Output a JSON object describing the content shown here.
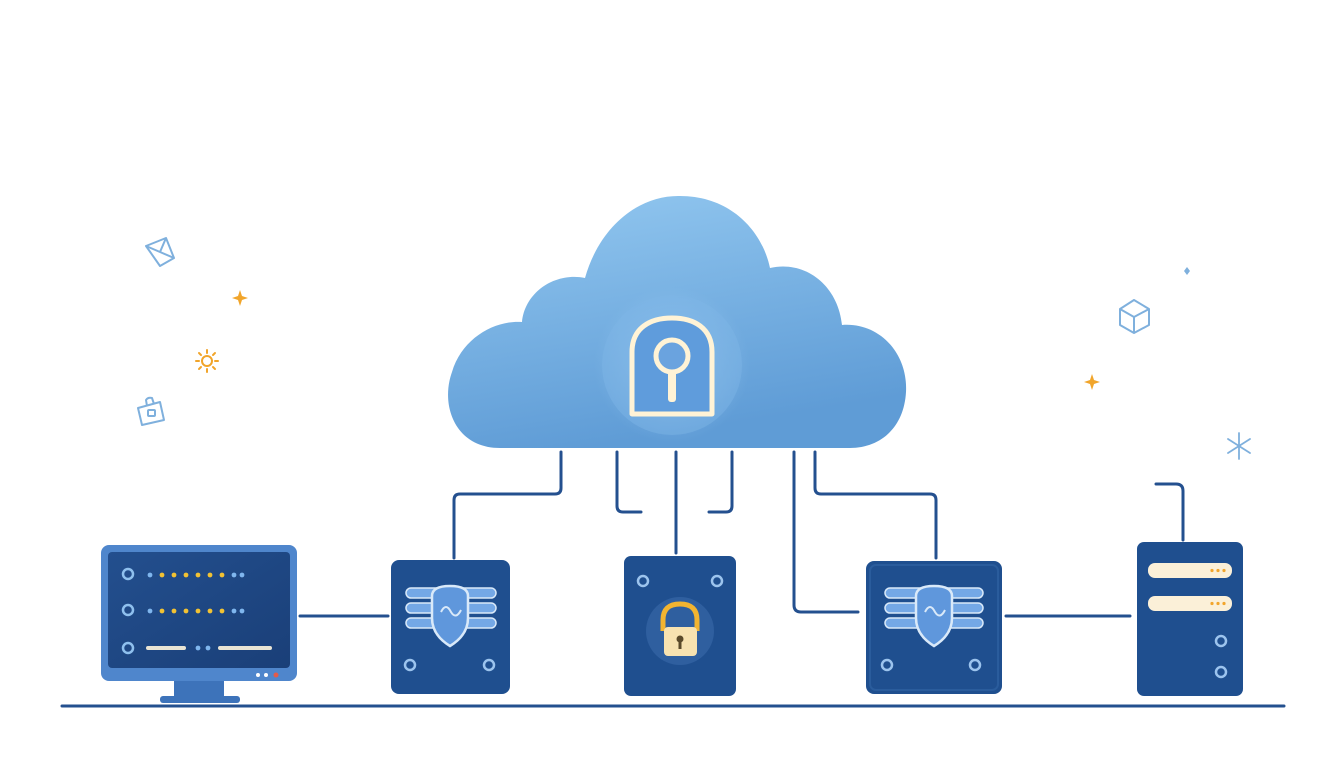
{
  "diagram": {
    "cloud": {
      "icon": "keyhole-lock-icon",
      "fill_light": "#8cc4ee",
      "fill_dark": "#5d9bd8",
      "icon_stroke": "#fff3d6"
    },
    "nodes": [
      {
        "id": "monitor",
        "icon": "monitor-icon"
      },
      {
        "id": "firewall-left",
        "icon": "shield-firewall-icon"
      },
      {
        "id": "vault",
        "icon": "padlock-icon"
      },
      {
        "id": "firewall-right",
        "icon": "shield-firewall-icon"
      },
      {
        "id": "server",
        "icon": "server-tower-icon"
      }
    ],
    "decorations": [
      "cube-outline-icon",
      "sparkle-icon",
      "sun-icon",
      "bag-lock-icon",
      "small-diamond-icon",
      "hexagon-cube-icon",
      "sparkle-icon",
      "asterisk-icon"
    ]
  },
  "colors": {
    "navy": "#1f4f8f",
    "navy_dark": "#173f78",
    "line": "#24508f",
    "panel_blue": "#6fa6e4",
    "accent_yellow": "#f2c233",
    "accent_orange": "#f1a52b",
    "cream": "#fbf0d8",
    "light_blue_icon": "#7fb0dd",
    "background": "#ffffff"
  }
}
